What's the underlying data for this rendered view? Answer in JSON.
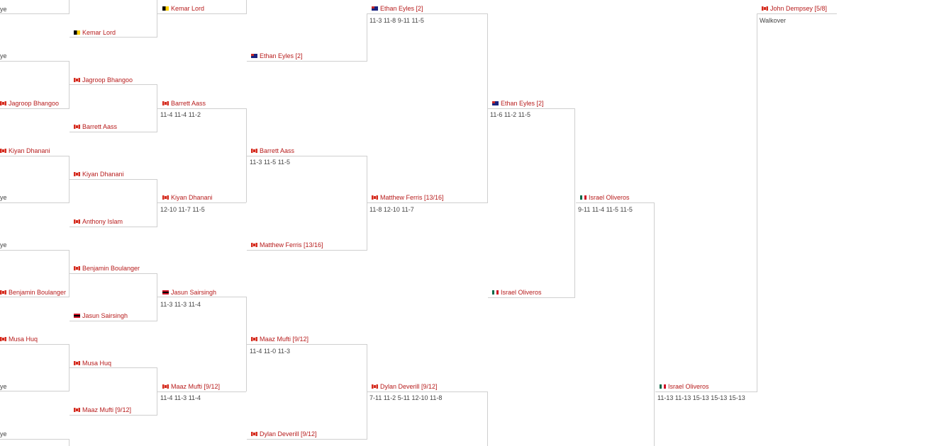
{
  "entries": [
    {
      "name": "ye",
      "flag": ""
    },
    {
      "name": "Kemar Lord",
      "flag": "jm"
    },
    {
      "name": "Kemar Lord",
      "flag": "jm"
    },
    {
      "name": "Ethan Eyles [2]",
      "flag": "au"
    },
    {
      "name": "John Dempsey [5/8]",
      "flag": "ca"
    },
    {
      "name": "Walkover",
      "flag": ""
    },
    {
      "name": "11-3 11-8 9-11 11-5",
      "flag": ""
    },
    {
      "name": "ye",
      "flag": ""
    },
    {
      "name": "Ethan Eyles [2]",
      "flag": "au"
    },
    {
      "name": "Jagroop Bhangoo",
      "flag": "ca"
    },
    {
      "name": "Jagroop Bhangoo",
      "flag": "ca"
    },
    {
      "name": "Barrett Aass",
      "flag": "ca"
    },
    {
      "name": "Ethan Eyles [2]",
      "flag": "au"
    },
    {
      "name": "11-4 11-4 11-2",
      "flag": ""
    },
    {
      "name": "11-6 11-2 11-5",
      "flag": ""
    },
    {
      "name": "Barrett Aass",
      "flag": "ca"
    },
    {
      "name": "Kiyan Dhanani",
      "flag": "ca"
    },
    {
      "name": "Barrett Aass",
      "flag": "ca"
    },
    {
      "name": "11-3 11-5 11-5",
      "flag": ""
    },
    {
      "name": "Kiyan Dhanani",
      "flag": "ca"
    },
    {
      "name": "ye",
      "flag": ""
    },
    {
      "name": "Kiyan Dhanani",
      "flag": "ca"
    },
    {
      "name": "Matthew Ferris [13/16]",
      "flag": "ca"
    },
    {
      "name": "Israel Oliveros",
      "flag": "mx"
    },
    {
      "name": "12-10 11-7 11-5",
      "flag": ""
    },
    {
      "name": "11-8 12-10 11-7",
      "flag": ""
    },
    {
      "name": "9-11 11-4 11-5 11-5",
      "flag": ""
    },
    {
      "name": "Anthony Islam",
      "flag": "ca"
    },
    {
      "name": "ye",
      "flag": ""
    },
    {
      "name": "Matthew Ferris [13/16]",
      "flag": "ca"
    },
    {
      "name": "Benjamin Boulanger",
      "flag": "ca"
    },
    {
      "name": "Benjamin Boulanger",
      "flag": "ca"
    },
    {
      "name": "Jasun Sairsingh",
      "flag": "tt"
    },
    {
      "name": "Israel Oliveros",
      "flag": "mx"
    },
    {
      "name": "11-3 11-3 11-4",
      "flag": ""
    },
    {
      "name": "Jasun Sairsingh",
      "flag": "tt"
    },
    {
      "name": "Musa Huq",
      "flag": "ca"
    },
    {
      "name": "Maaz Mufti [9/12]",
      "flag": "ca"
    },
    {
      "name": "11-4 11-0 11-3",
      "flag": ""
    },
    {
      "name": "Musa Huq",
      "flag": "ca"
    },
    {
      "name": "ye",
      "flag": ""
    },
    {
      "name": "Maaz Mufti [9/12]",
      "flag": "ca"
    },
    {
      "name": "Dylan Deverill [9/12]",
      "flag": "ca"
    },
    {
      "name": "Israel Oliveros",
      "flag": "mx"
    },
    {
      "name": "11-4 11-3 11-4",
      "flag": ""
    },
    {
      "name": "7-11 11-2 5-11 12-10 11-8",
      "flag": ""
    },
    {
      "name": "11-13 11-13 15-13 15-13 15-13",
      "flag": ""
    },
    {
      "name": "Maaz Mufti [9/12]",
      "flag": "ca"
    },
    {
      "name": "ye",
      "flag": ""
    },
    {
      "name": "Dylan Deverill [9/12]",
      "flag": "ca"
    }
  ]
}
